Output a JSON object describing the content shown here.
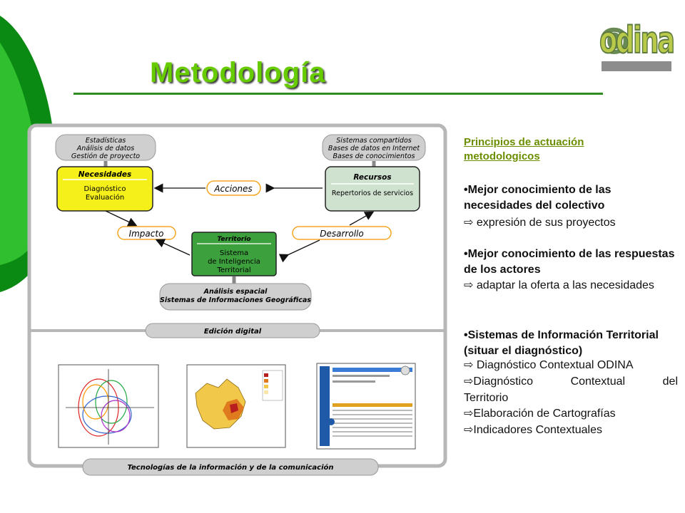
{
  "slide": {
    "title": "Metodología",
    "logo_text": "ODINA"
  },
  "diagram": {
    "top_left_box": [
      "Estadísticas",
      "Análisis de datos",
      "Gestión de proyecto"
    ],
    "top_right_box": [
      "Sistemas compartidos",
      "Bases de datos en Internet",
      "Bases de conocimientos"
    ],
    "necesidades": {
      "title": "Necesidades",
      "lines": [
        "Diagnóstico",
        "Evaluación"
      ]
    },
    "recursos": {
      "title": "Recursos",
      "lines": [
        "Repertorios de servicios"
      ]
    },
    "acciones": "Acciones",
    "impacto": "Impacto",
    "desarrollo": "Desarrollo",
    "territorio": {
      "title": "Territorio",
      "lines": [
        "Sistema",
        "de Inteligencia",
        "Territorial"
      ]
    },
    "bottom_box": [
      "Análisis espacial",
      "Sistemas de Informaciones Geográficas"
    ],
    "edicion": "Edición digital",
    "tecnologias": "Tecnologías de la información y de la comunicación",
    "colors": {
      "necesidades": "#f5f01a",
      "recursos": "#cfe1cf",
      "territorio": "#3ca03c",
      "pill": "#f5a623"
    }
  },
  "right_panel": {
    "heading": "Principios de actuación metodologicos",
    "item1_bold": "•Mejor conocimiento de las necesidades del colectivo",
    "item1_sub": "⇨ expresión de sus proyectos",
    "item2_bold": "•Mejor conocimiento de las respuestas de los actores",
    "item2_sub": "⇨ adaptar la oferta a las necesidades",
    "item3_bold": "•Sistemas de Información Territorial (situar el diagnóstico)",
    "item3_sub1": "⇨ Diagnóstico Contextual ODINA",
    "item3_sub2a": "⇨Diagnóstico Contextual del",
    "item3_sub2b": "Territorio",
    "item3_sub3": "⇨Elaboración de Cartografías",
    "item3_sub4": "⇨Indicadores Contextuales"
  }
}
